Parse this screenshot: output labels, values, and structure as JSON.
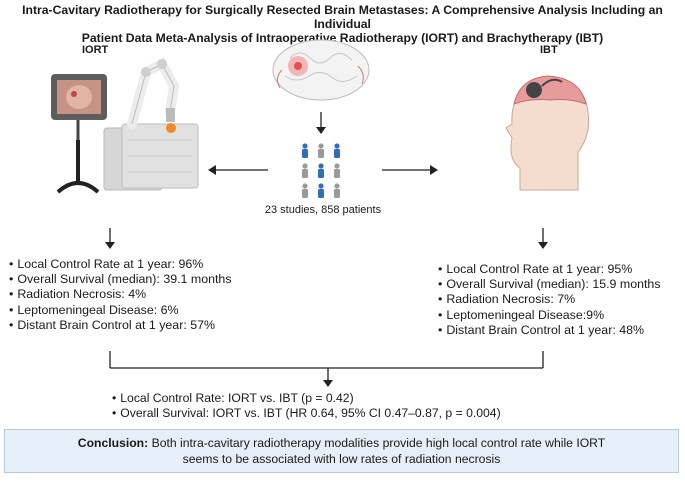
{
  "title": {
    "line1": "Intra-Cavitary Radiotherapy for Surgically Resected Brain Metastases: A Comprehensive Analysis Including an Individual",
    "line2": "Patient Data Meta-Analysis of Intraoperative Radiotherapy (IORT) and Brachytherapy (IBT)"
  },
  "labels": {
    "iort": "IORT",
    "ibt": "IBT"
  },
  "studies_text": "23 studies, 858 patients",
  "iort_stats": [
    "Local Control Rate at 1 year: 96%",
    "Overall Survival (median): 39.1 months",
    "Radiation Necrosis: 4%",
    "Leptomeningeal Disease: 6%",
    "Distant Brain Control at 1 year: 57%"
  ],
  "ibt_stats": [
    "Local Control Rate at 1 year: 95%",
    "Overall Survival (median): 15.9 months",
    "Radiation Necrosis: 7%",
    "Leptomeningeal Disease:9%",
    "Distant Brain Control at 1 year: 48%"
  ],
  "comparison": [
    "Local Control Rate: IORT vs. IBT (p = 0.42)",
    "Overall Survival: IORT vs. IBT (HR 0.64, 95% CI 0.47–0.87, p = 0.004)"
  ],
  "conclusion": {
    "label": "Conclusion:",
    "line1": "Both intra-cavitary radiotherapy modalities provide high local control rate while IORT",
    "line2": "seems to be associated with low rates of radiation necrosis"
  },
  "colors": {
    "person_blue": "#2f6fb5",
    "person_gray": "#9a9a9a",
    "box_fill": "#e6eef7",
    "tumor_red": "#e05050"
  }
}
